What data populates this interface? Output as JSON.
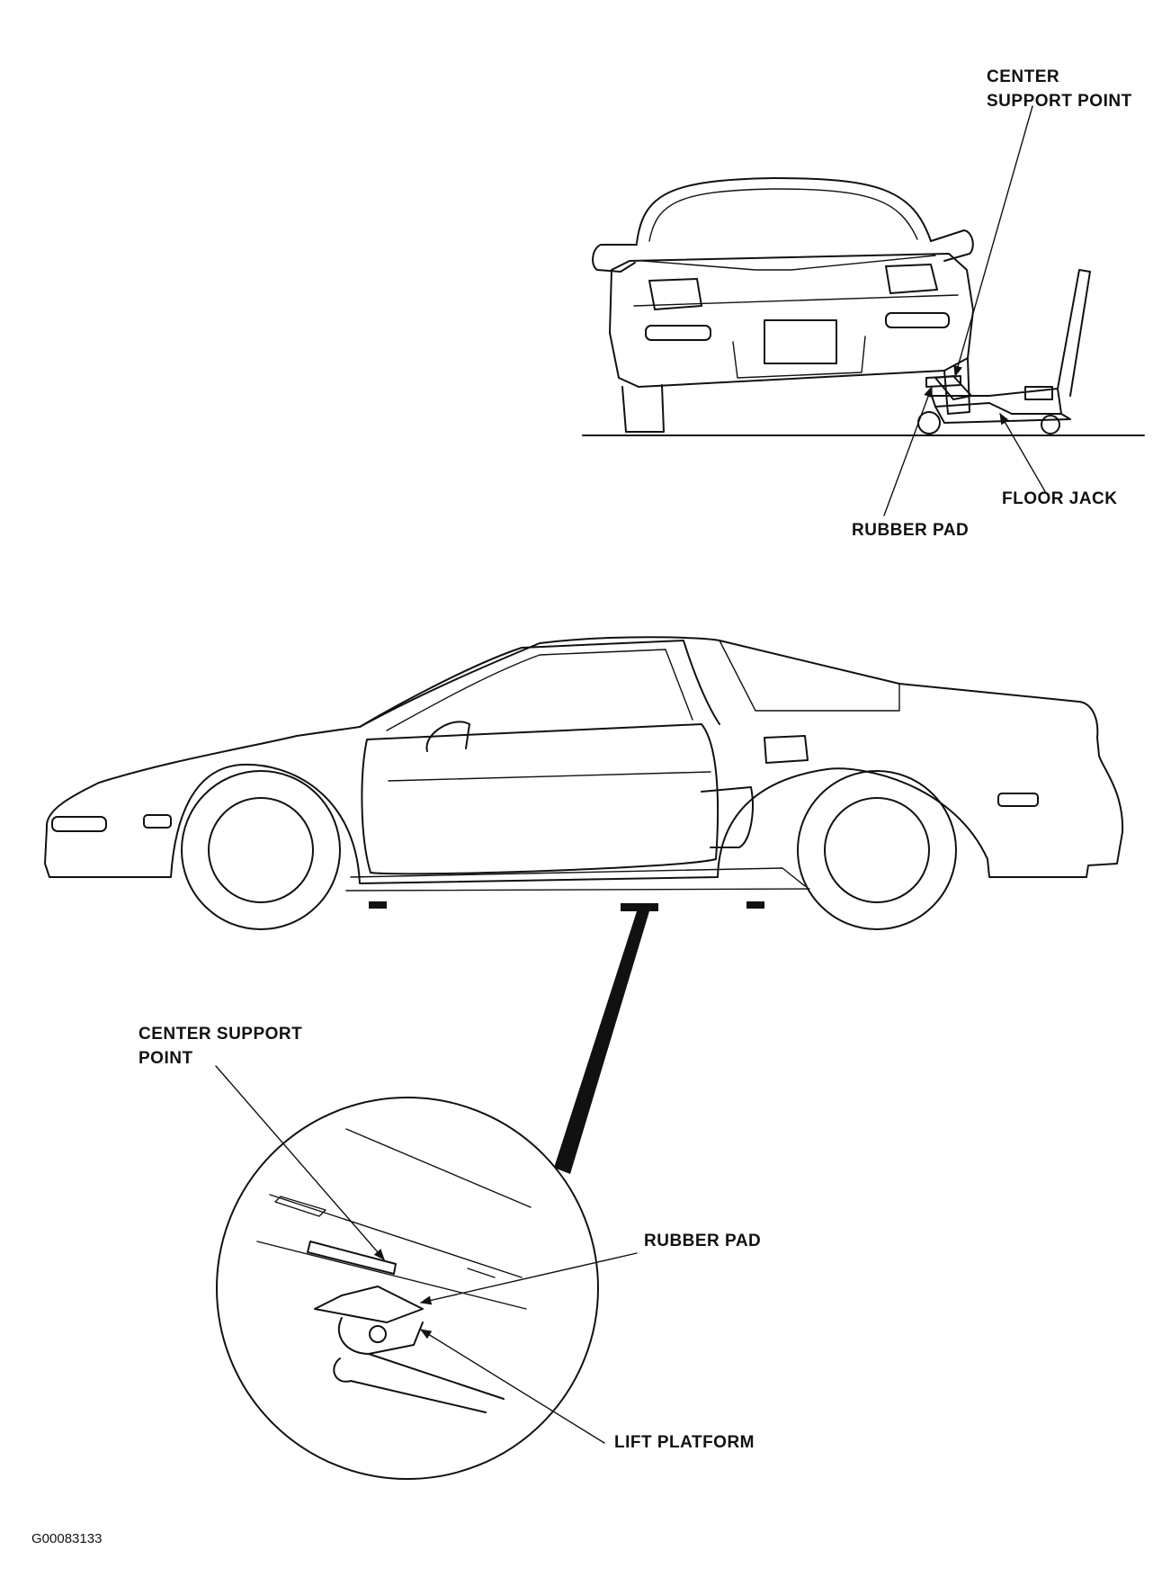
{
  "labels": {
    "front_center_support_line1": "CENTER",
    "front_center_support_line2": "SUPPORT POINT",
    "front_floor_jack": "FLOOR JACK",
    "front_rubber_pad": "RUBBER PAD",
    "detail_center_support_line1": "CENTER SUPPORT",
    "detail_center_support_line2": "POINT",
    "detail_rubber_pad": "RUBBER PAD",
    "detail_lift_platform": "LIFT PLATFORM"
  },
  "figure_id": "G00083133"
}
